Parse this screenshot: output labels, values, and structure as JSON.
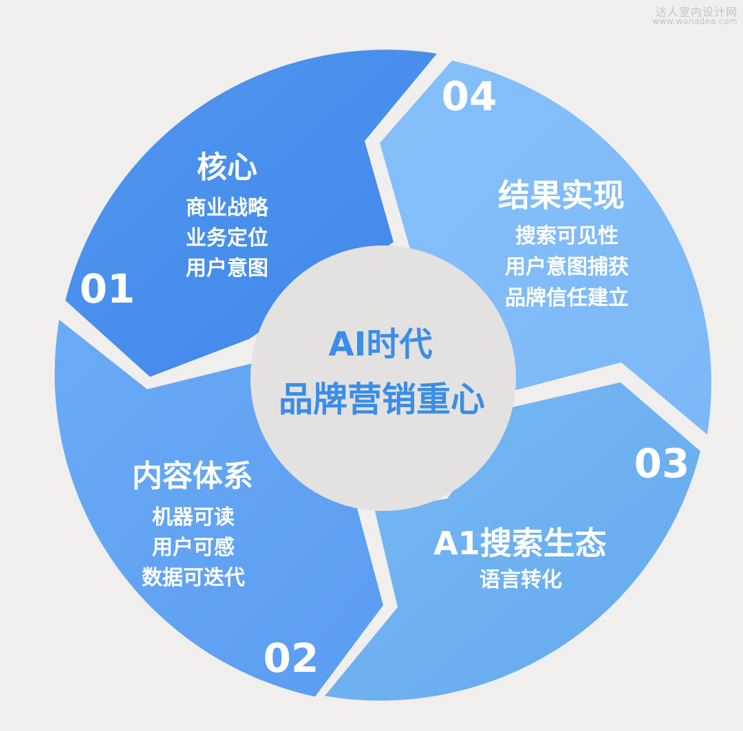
{
  "watermark": {
    "line1": "达人室内设计网",
    "line2": "www.wonadea.com"
  },
  "center": {
    "line1": "AI时代",
    "line2": "品牌营销重心"
  },
  "segments": [
    {
      "number": "01",
      "title": "核心",
      "items": [
        "商业战略",
        "业务定位",
        "用户意图"
      ]
    },
    {
      "number": "02",
      "title": "内容体系",
      "items": [
        "机器可读",
        "用户可感",
        "数据可迭代"
      ]
    },
    {
      "number": "03",
      "title": "A1搜索生态",
      "items": [
        "语言转化"
      ]
    },
    {
      "number": "04",
      "title": "结果实现",
      "items": [
        "搜索可见性",
        "用户意图捕获",
        "品牌信任建立"
      ]
    }
  ],
  "colors": {
    "background": "#f0efed",
    "segment_01": "#4a90ee",
    "segment_02": "#62a4f3",
    "segment_03": "#6eb1f0",
    "segment_04": "#82bdf9",
    "center_fill": "#e3e2e0",
    "center_text": "#3a8de8",
    "label_text": "#ffffff"
  }
}
